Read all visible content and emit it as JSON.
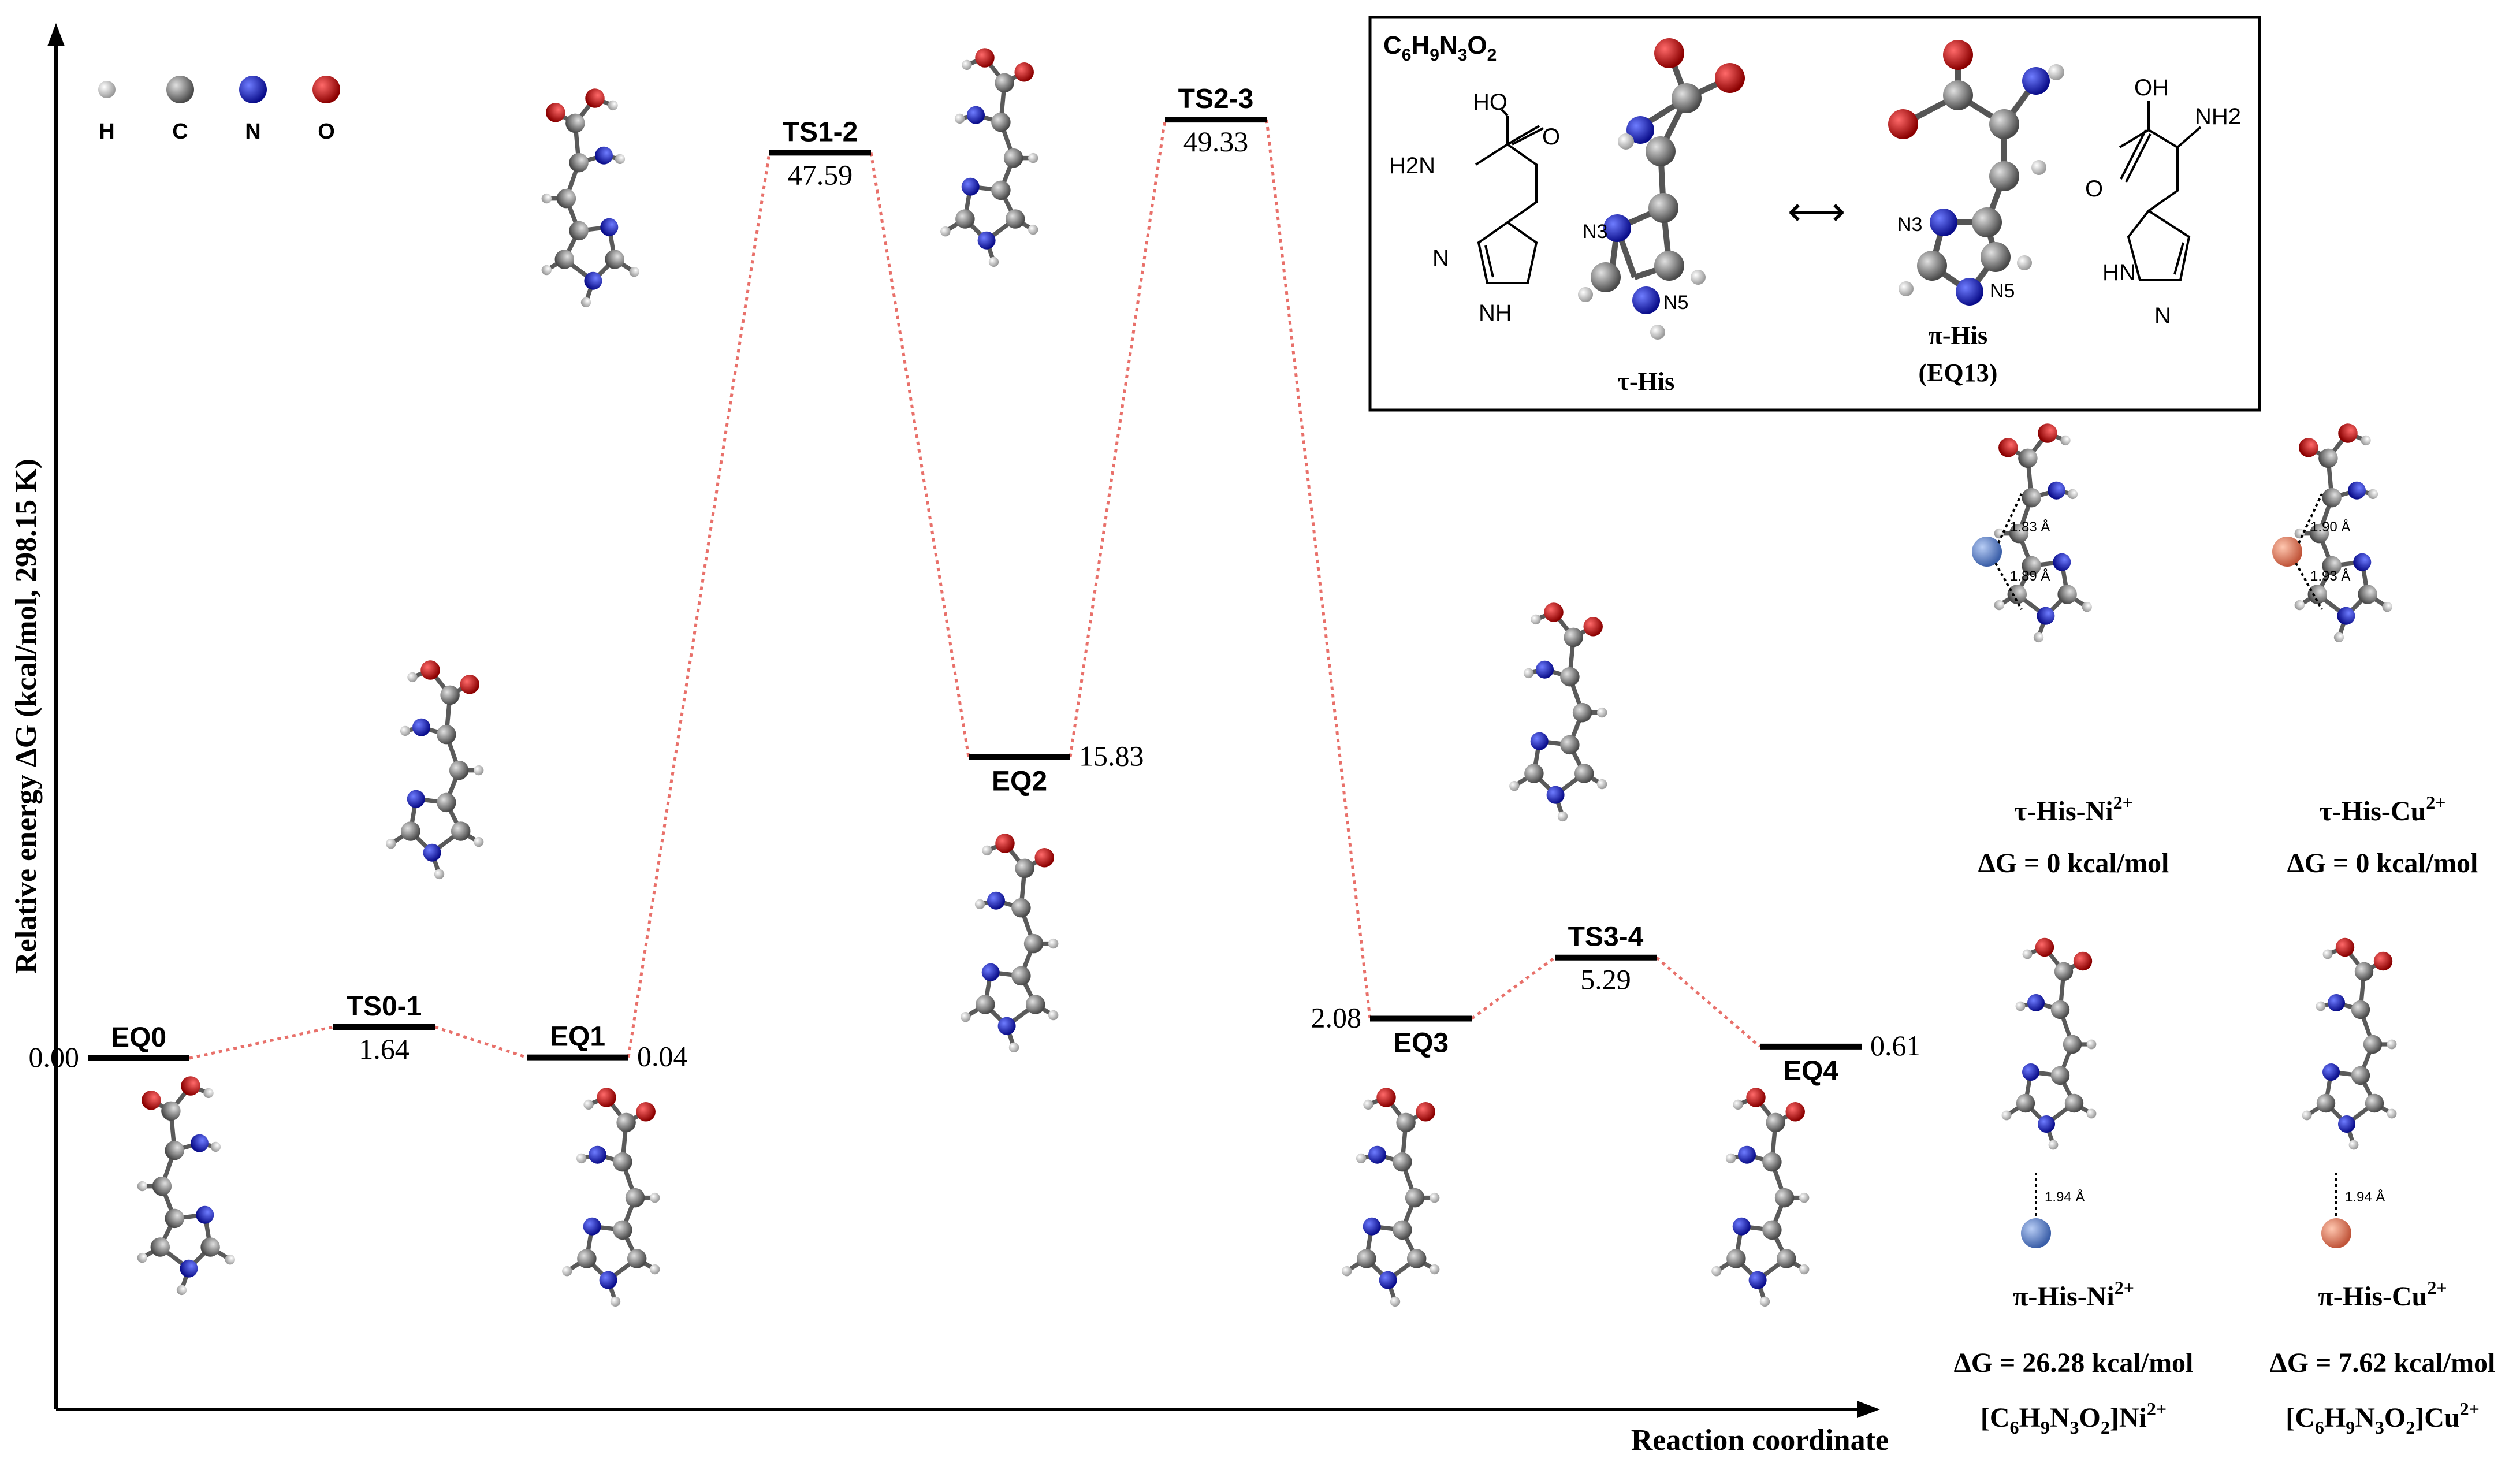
{
  "chart_data": {
    "type": "energy-profile",
    "ylabel": "Relative energy ΔG (kcal/mol, 298.15 K)",
    "xlabel": "Reaction coordinate",
    "ylim": [
      0,
      50
    ],
    "states": [
      {
        "name": "EQ0",
        "value": 0.0,
        "value_text": "0.00"
      },
      {
        "name": "TS0-1",
        "value": 1.64,
        "value_text": "1.64"
      },
      {
        "name": "EQ1",
        "value": 0.04,
        "value_text": "0.04"
      },
      {
        "name": "TS1-2",
        "value": 47.59,
        "value_text": "47.59"
      },
      {
        "name": "EQ2",
        "value": 15.83,
        "value_text": "15.83"
      },
      {
        "name": "TS2-3",
        "value": 49.33,
        "value_text": "49.33"
      },
      {
        "name": "EQ3",
        "value": 2.08,
        "value_text": "2.08"
      },
      {
        "name": "TS3-4",
        "value": 5.29,
        "value_text": "5.29"
      },
      {
        "name": "EQ4",
        "value": 0.61,
        "value_text": "0.61"
      }
    ]
  },
  "legend": {
    "atoms": [
      {
        "label": "H",
        "color": "#e8e8e8"
      },
      {
        "label": "C",
        "color": "#8c8c8c"
      },
      {
        "label": "N",
        "color": "#1f2fd6"
      },
      {
        "label": "O",
        "color": "#e00000"
      }
    ]
  },
  "inset": {
    "formula": "C6H9N3O2",
    "tau_his": "τ-His",
    "pi_his": "π-His",
    "pi_his_sub": "(EQ13)",
    "arrow": "⟷",
    "atom_labels": {
      "n3": "N3",
      "n5": "N5"
    },
    "struct_tau": {
      "ho": "HO",
      "o": "O",
      "h2n": "H2N",
      "nh": "NH",
      "n": "N"
    },
    "struct_pi": {
      "oh": "OH",
      "o": "O",
      "nh2": "NH2",
      "hn": "HN",
      "n": "N"
    }
  },
  "complexes": {
    "tau_ni": {
      "name": "τ-His-Ni",
      "charge": "2+",
      "dg": "ΔG = 0 kcal/mol",
      "d1": "1.83 Å",
      "d2": "1.89 Å",
      "ion_color": "#6a8fd8"
    },
    "tau_cu": {
      "name": "τ-His-Cu",
      "charge": "2+",
      "dg": "ΔG = 0 kcal/mol",
      "d1": "1.90 Å",
      "d2": "1.93 Å",
      "ion_color": "#e98a6a"
    },
    "pi_ni": {
      "name": "π-His-Ni",
      "charge": "2+",
      "dg": "ΔG = 26.28 kcal/mol",
      "formula": "[C6H9N3O2]Ni2+",
      "d1": "1.94 Å",
      "ion_color": "#6a8fd8"
    },
    "pi_cu": {
      "name": "π-His-Cu",
      "charge": "2+",
      "dg": "ΔG = 7.62 kcal/mol",
      "formula": "[C6H9N3O2]Cu2+",
      "d1": "1.94 Å",
      "ion_color": "#e98a6a"
    }
  }
}
